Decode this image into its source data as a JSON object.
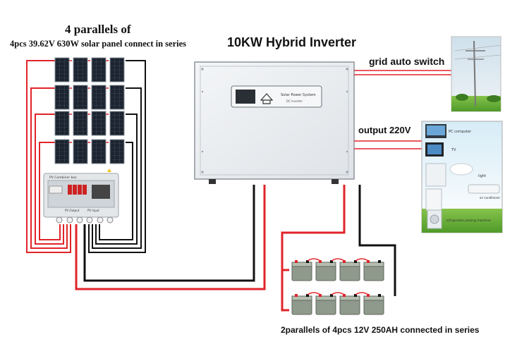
{
  "labels": {
    "panel_parallels": "4 parallels of",
    "panel_series": "4pcs 39.62V 630W solar panel connect in series",
    "inverter_title": "10KW Hybrid Inverter",
    "grid_switch": "grid auto switch",
    "output": "output 220V",
    "battery_bank": "2parallels of 4pcs 12V 250AH connected in series"
  },
  "inverter_panel": {
    "line1": "Solar Power System",
    "line2": "DC Inverter"
  },
  "combiner_box": {
    "title": "PV Combiner box",
    "port_labels": [
      "PV Output",
      "PV Input"
    ]
  },
  "appliances": [
    "PC computer",
    "TV",
    "light",
    "air conditioner",
    "refrigerator,wasing machine"
  ],
  "colors": {
    "positive_wire": "#e0242a",
    "negative_wire": "#111111",
    "inverter_body": "#e9ecef",
    "solar_panel": "#1c2430"
  }
}
